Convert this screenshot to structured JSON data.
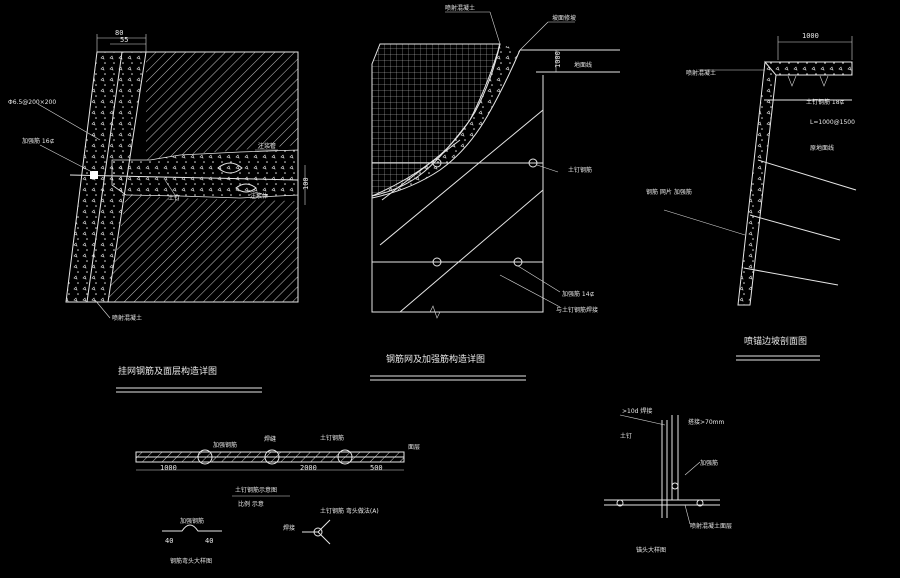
{
  "drawing": {
    "detail1": {
      "title": "挂网钢筋及面层构造详图",
      "dim_top_total": "80",
      "dim_top_part": "55",
      "label_left_top": "Φ6.5@200×200",
      "label_bar": "加强筋 16⊈",
      "label_bottom": "喷射混凝土",
      "label_anchor_head": "注浆管",
      "label_grout": "注浆体",
      "label_bolt": "土钉",
      "dim_right": "100"
    },
    "detail2": {
      "title": "钢筋网及加强筋构造详图",
      "label_top1": "喷射混凝土",
      "label_top2": "坡面修坡",
      "label_ground": "地面线",
      "dim_vertical": "1000",
      "label_nail": "土钉钢筋",
      "label_rebar": "加强筋 14⊈",
      "label_weld": "与土钉钢筋焊接"
    },
    "detail3": {
      "title": "喷锚边坡剖面图",
      "dim_top": "1000",
      "label_top": "喷射混凝土",
      "label_nail": "土钉钢筋 18⊈",
      "label_spacing": "L=1000@1500",
      "label_ground": "原地面线",
      "label_mid": "钢筋 网片 加强筋"
    },
    "detail4": {
      "label_a": "加强钢筋",
      "label_b": "焊缝",
      "label_c": "土钉钢筋",
      "label_d": "面层",
      "dim_1": "1000",
      "dim_2": "2000",
      "dim_3": "500",
      "caption_1": "土钉钢筋示意图",
      "caption_2": "比例 示意",
      "label_e": "土钉钢筋 弯头做法(A)",
      "caption_3": "钢筋弯头大样图",
      "label_f": "焊接",
      "dim_4": "40",
      "dim_5": "40"
    },
    "detail5": {
      "label_top": ">10d 焊接",
      "label_len": "搭接>70mm",
      "label_left": "土钉",
      "label_right": "加强筋",
      "label_bottom": "喷射混凝土面层",
      "caption": "锚头大样图"
    }
  }
}
